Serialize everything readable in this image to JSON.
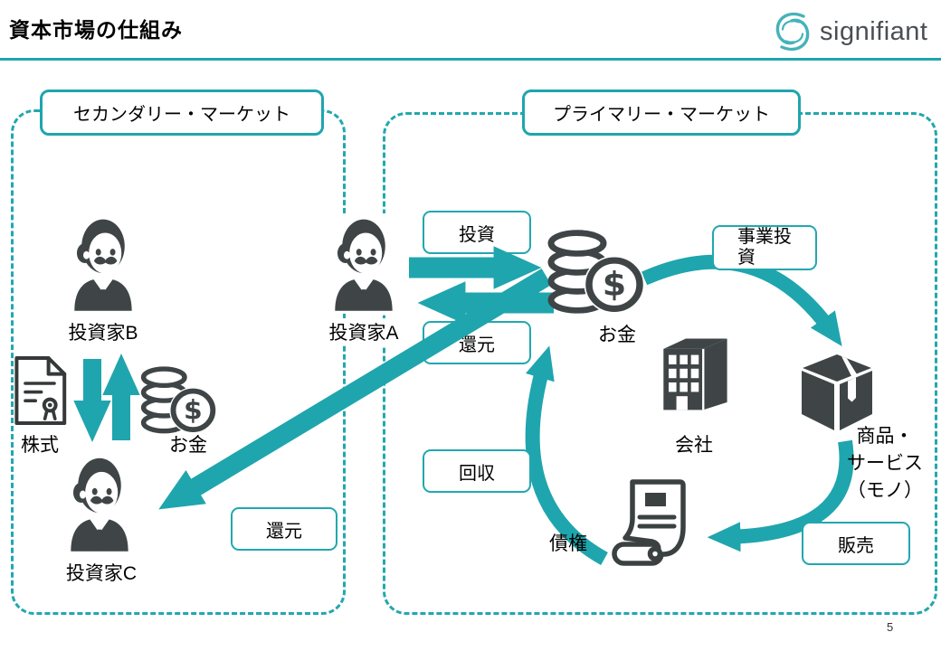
{
  "page": {
    "title": "資本市場の仕組み",
    "page_number": "5"
  },
  "logo": {
    "name": "signifiant"
  },
  "colors": {
    "teal": "#1FA5AD",
    "icon_dark": "#3F4546"
  },
  "secondary": {
    "title": "セカンダリー・マーケット",
    "investor_b": "投資家B",
    "investor_c": "投資家C",
    "stock_label": "株式",
    "money_label": "お金",
    "return_label": "還元"
  },
  "primary": {
    "title": "プライマリー・マーケット",
    "investor_a": "投資家A",
    "invest_label": "投資",
    "return_label": "還元",
    "money_label": "お金",
    "company_label": "会社",
    "receivable_label": "債権",
    "collection_label": "回収",
    "sales_label": "販売",
    "business_investment_lines": [
      "事業投",
      "資"
    ],
    "goods_lines": [
      "商品・",
      "サービス",
      "（モノ）"
    ]
  }
}
